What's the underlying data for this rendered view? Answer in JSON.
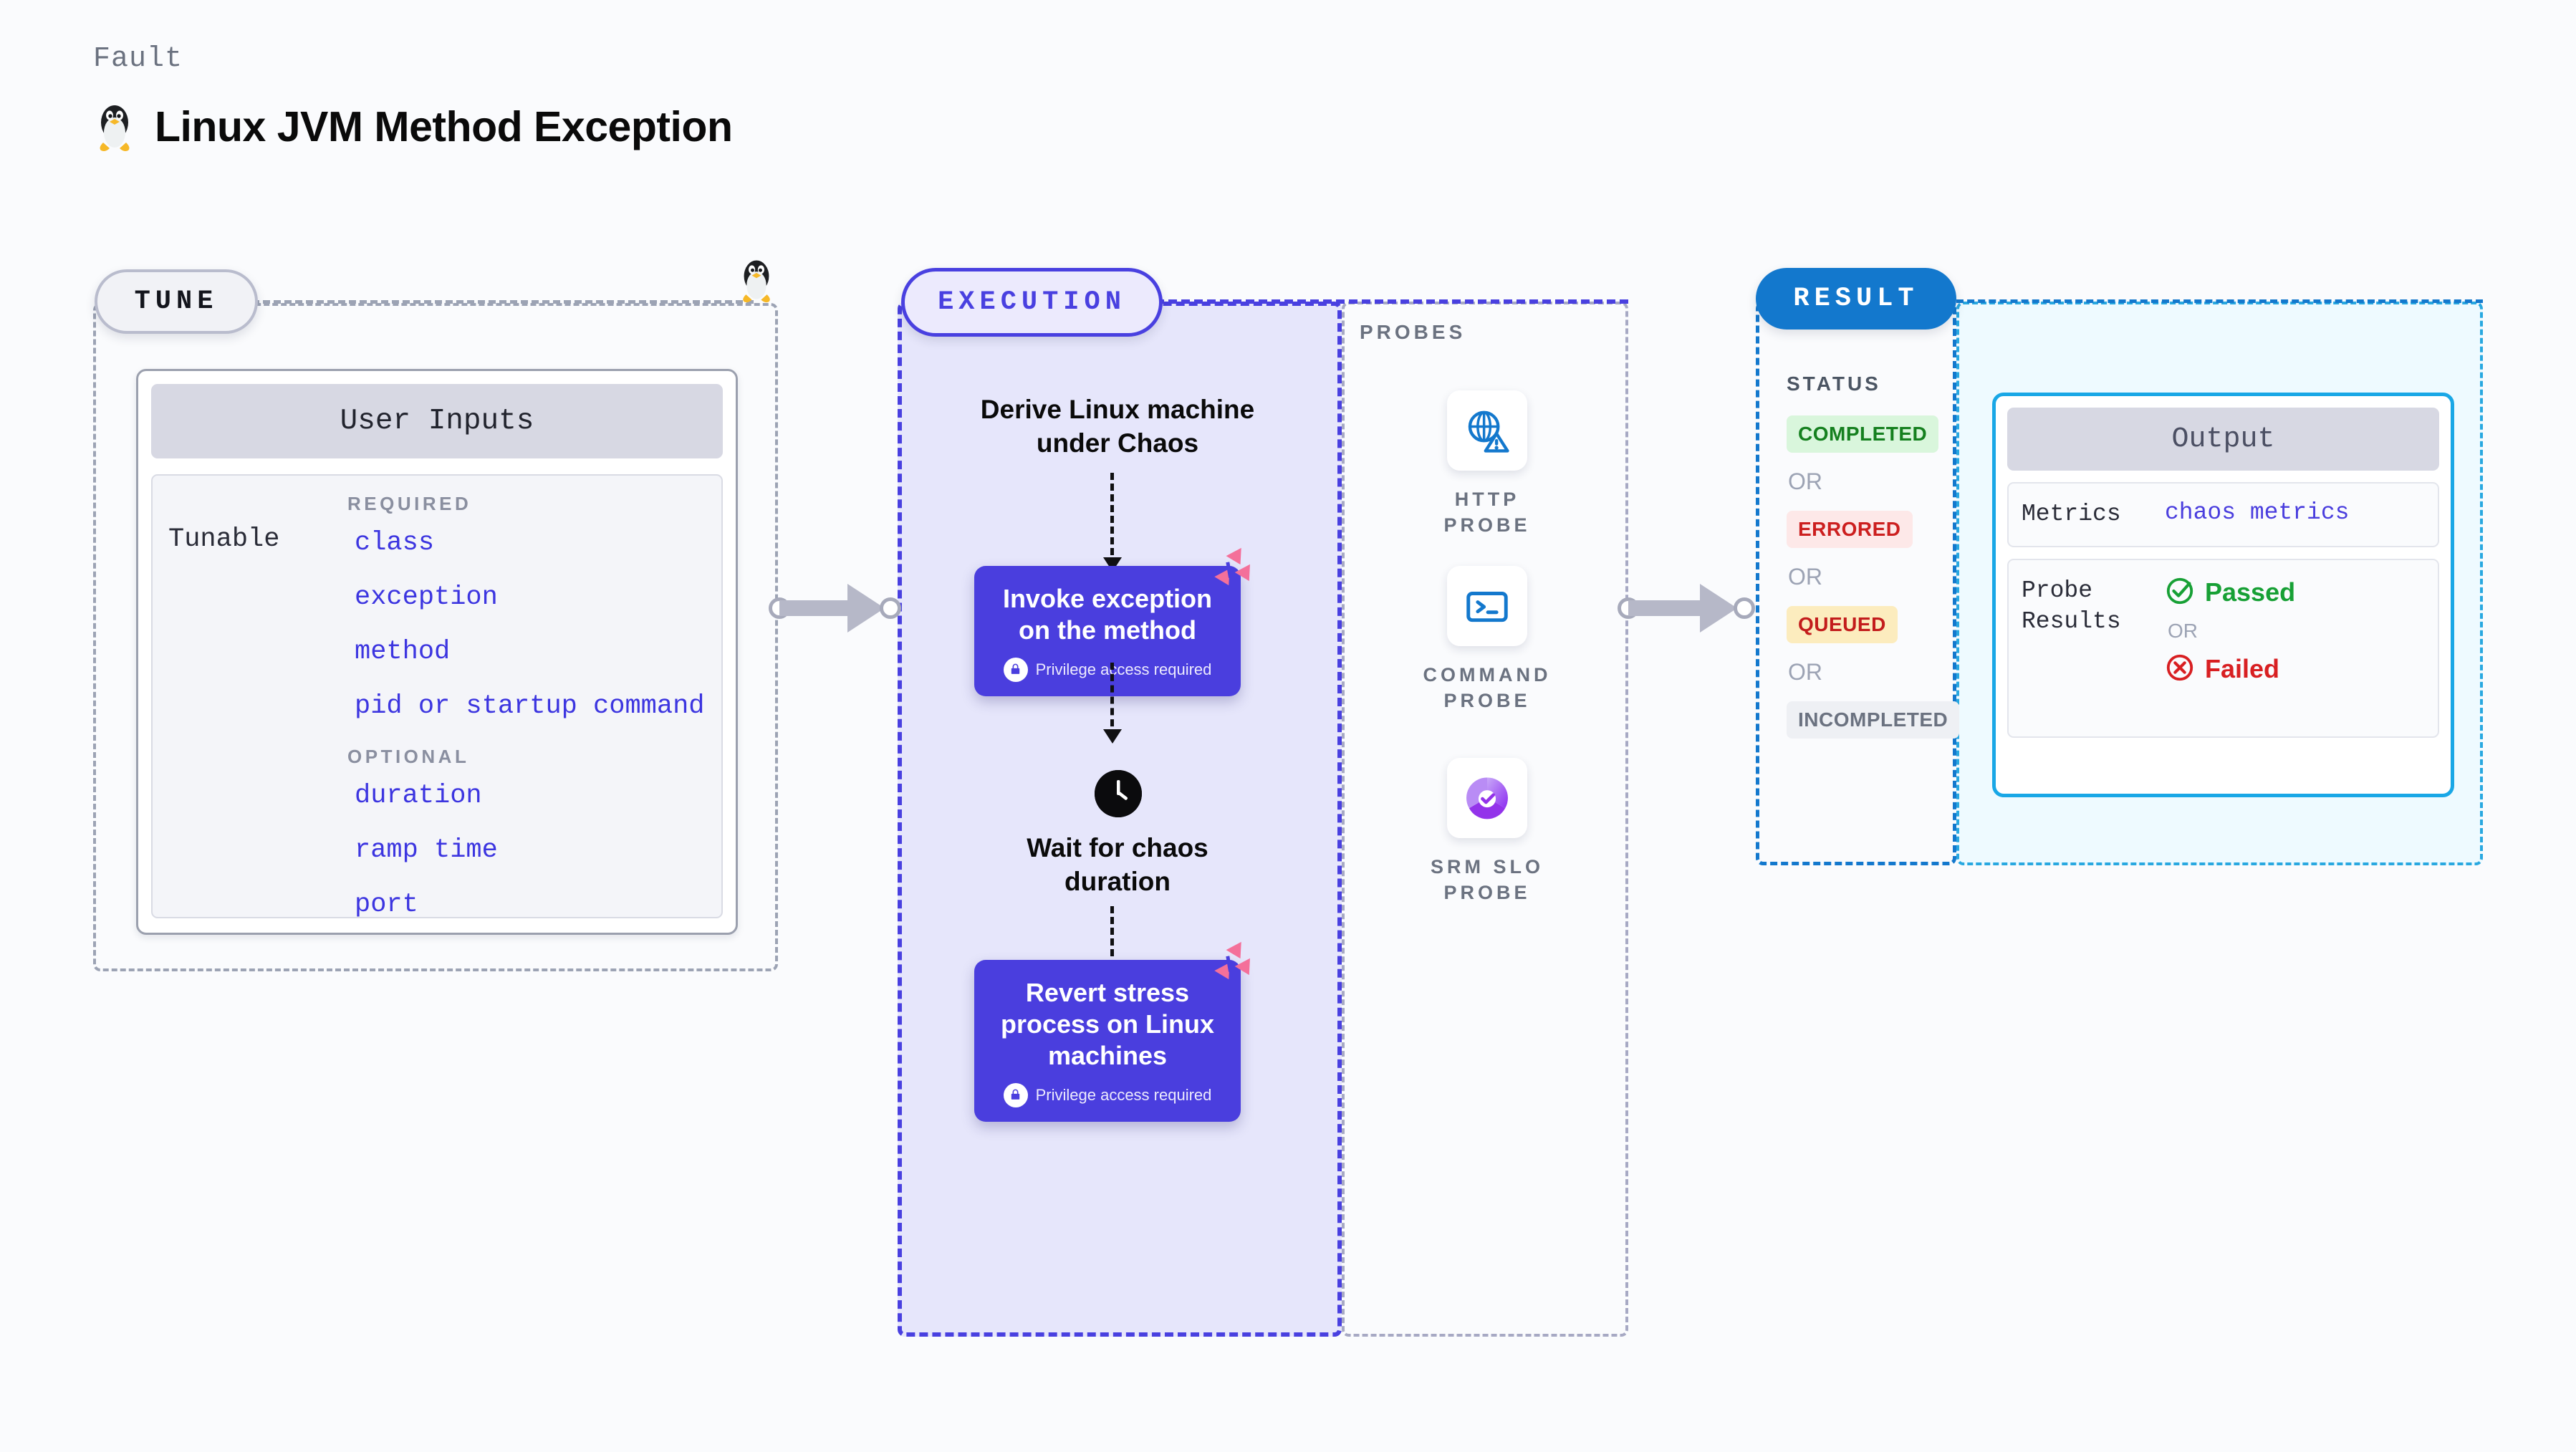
{
  "header": {
    "eyebrow": "Fault",
    "title": "Linux JVM Method Exception",
    "icon": "tux-penguin-icon"
  },
  "tune": {
    "badge": "TUNE",
    "border_icon": "tux-penguin-icon",
    "card": {
      "header": "User Inputs",
      "row_label": "Tunable",
      "groups": [
        {
          "label": "REQUIRED",
          "params": [
            "class",
            "exception",
            "method",
            "pid or startup command"
          ]
        },
        {
          "label": "OPTIONAL",
          "params": [
            "duration",
            "ramp time",
            "port"
          ]
        }
      ]
    }
  },
  "execution": {
    "badge": "EXECUTION",
    "steps": [
      {
        "type": "text",
        "label": "Derive Linux machine\nunder Chaos"
      },
      {
        "type": "card",
        "label": "Invoke exception\non the method",
        "note": "Privilege access required",
        "note_icon": "lock-icon",
        "ribbon_icon": "chaos-ribbon-icon"
      },
      {
        "type": "text",
        "label": "Wait for chaos\nduration",
        "icon": "clock-icon"
      },
      {
        "type": "card",
        "label": "Revert stress\nprocess on Linux\nmachines",
        "note": "Privilege access required",
        "note_icon": "lock-icon",
        "ribbon_icon": "chaos-ribbon-icon"
      }
    ]
  },
  "probes": {
    "title": "PROBES",
    "items": [
      {
        "label": "HTTP PROBE",
        "icon": "globe-warning-icon"
      },
      {
        "label": "COMMAND PROBE",
        "icon": "terminal-icon"
      },
      {
        "label": "SRM SLO PROBE",
        "icon": "slo-donut-check-icon"
      }
    ]
  },
  "result": {
    "badge": "RESULT",
    "status_title": "STATUS",
    "or_label": "OR",
    "statuses": [
      {
        "label": "COMPLETED",
        "bg": "#d9f6dc",
        "fg": "#15801f"
      },
      {
        "label": "ERRORED",
        "bg": "#fde8e8",
        "fg": "#cc1f1f"
      },
      {
        "label": "QUEUED",
        "bg": "#fcecbe",
        "fg": "#c31c1c"
      },
      {
        "label": "INCOMPLETED",
        "bg": "#eef0f4",
        "fg": "#6b7280"
      }
    ],
    "output": {
      "header": "Output",
      "metrics_key": "Metrics",
      "metrics_value": "chaos metrics",
      "probe_key": "Probe Results",
      "passed_label": "Passed",
      "passed_icon": "check-circle-icon",
      "failed_label": "Failed",
      "failed_icon": "x-circle-icon",
      "or_label": "OR"
    }
  },
  "colors": {
    "purple": "#4a3ede",
    "pink": "#f4709a",
    "blue": "#1378cd",
    "cyan": "#19a7e6",
    "green": "#17a035",
    "red": "#d81f22"
  }
}
